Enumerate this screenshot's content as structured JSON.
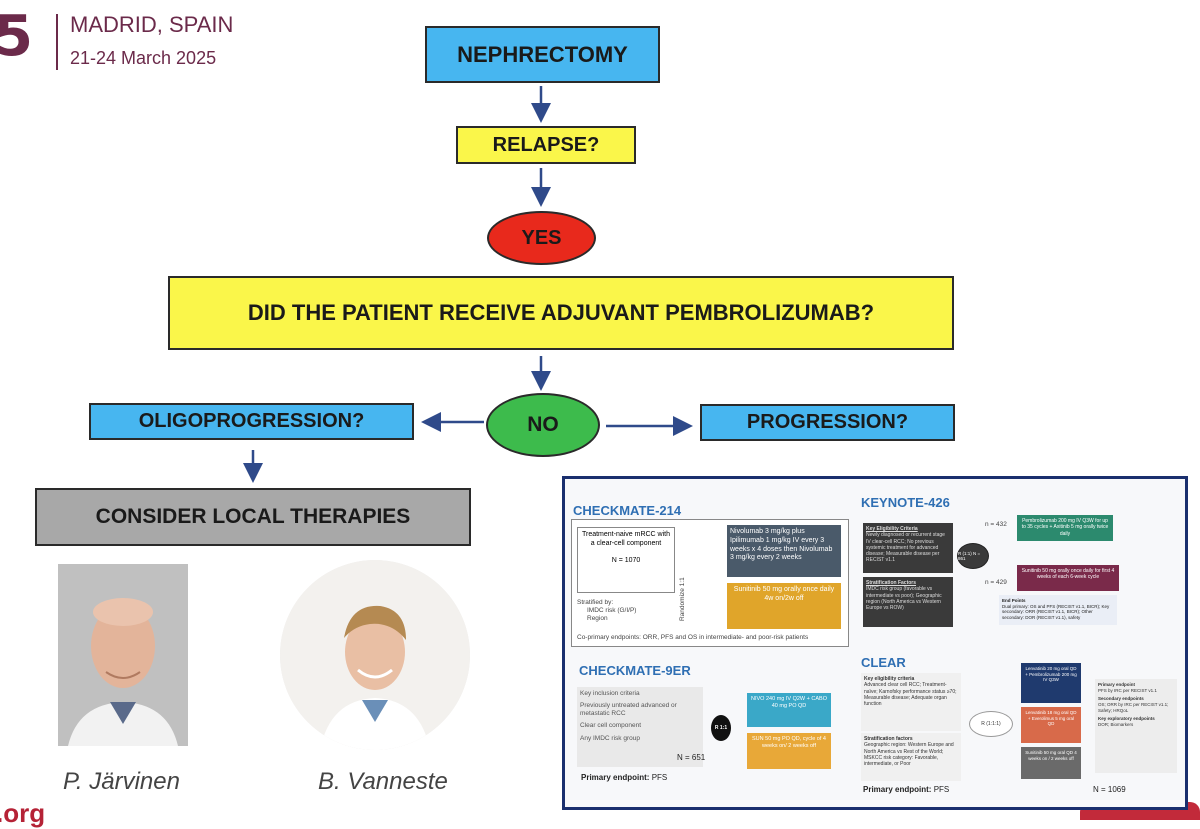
{
  "header": {
    "year_fragment": "5",
    "city": "MADRID, SPAIN",
    "dates": "21-24 March 2025"
  },
  "footer": {
    "site_fragment": ".org"
  },
  "flow": {
    "nephrectomy": "NEPHRECTOMY",
    "relapse": "RELAPSE?",
    "yes": "YES",
    "question": "DID THE PATIENT RECEIVE ADJUVANT PEMBROLIZUMAB?",
    "no": "NO",
    "oligo": "OLIGOPROGRESSION?",
    "progression": "PROGRESSION?",
    "local": "CONSIDER LOCAL THERAPIES"
  },
  "people": [
    {
      "name": "P. Järvinen"
    },
    {
      "name": "B. Vanneste"
    }
  ],
  "colors": {
    "blue": "#47b6f0",
    "yellow": "#faf64a",
    "red": "#e8291c",
    "green": "#3dbb4c",
    "gray": "#a8a8a8",
    "frame": "#1a2f6e"
  },
  "trials": {
    "checkmate214": {
      "title": "CHECKMATE-214",
      "population": "Treatment-naive mRCC with a clear-cell component",
      "n": "N = 1070",
      "randomize": "Randomize 1:1",
      "arm1": "Nivolumab 3 mg/kg plus Ipilimumab 1 mg/kg IV every 3 weeks x 4 doses then Nivolumab 3 mg/kg every 2 weeks",
      "arm2": "Sunitinib 50 mg orally once daily 4w on/2w off",
      "strat_title": "Stratified by:",
      "strat1": "IMDC risk (G/I/P)",
      "strat2": "Region",
      "endpoints": "Co-primary endpoints: ORR, PFS and OS in intermediate- and poor-risk patients"
    },
    "keynote426": {
      "title": "KEYNOTE-426",
      "elig_title": "Key Eligibility Criteria",
      "elig": "Newly diagnosed or recurrent stage IV clear-cell RCC; No previous systemic treatment for advanced disease; Measurable disease per RECIST v1.1",
      "strat_title": "Stratification Factors",
      "strat": "IMDC risk group (favorable vs intermediate vs poor); Geographic region (North America vs Western Europe vs ROW)",
      "rand": "R (1:1) N = 861",
      "n1": "n = 432",
      "n2": "n = 429",
      "arm1": "Pembrolizumab 200 mg IV Q3W for up to 35 cycles + Axitinib 5 mg orally twice daily",
      "arm2": "Sunitinib 50 mg orally once daily for first 4 weeks of each 6-week cycle",
      "endpoints_title": "End Points",
      "endpoints": "Dual primary: OS and PFS (RECIST v1.1, BICR); Key secondary: ORR (RECIST v1.1, BICR); Other secondary: DOR (RECIST v1.1), safety"
    },
    "checkmate9er": {
      "title": "CHECKMATE-9ER",
      "incl_title": "Key inclusion criteria",
      "incl1": "Previously untreated advanced or metastatic RCC",
      "incl2": "Clear cell component",
      "incl3": "Any IMDC risk group",
      "n": "N = 651",
      "rand": "R 1:1",
      "arm1": "NIVO 240 mg IV Q2W + CABO 40 mg PO QD",
      "arm2": "SUN 50 mg PO QD, cycle of 4 weeks on/ 2 weeks off",
      "endpoint_label": "Primary endpoint:",
      "endpoint": "PFS"
    },
    "clear": {
      "title": "CLEAR",
      "elig_title": "Key eligibility criteria",
      "elig": "Advanced clear cell RCC; Treatment-naïve; Karnofsky performance status ≥70; Measurable disease; Adequate organ function",
      "strat_title": "Stratification factors",
      "strat": "Geographic region: Western Europe and North America vs Rest of the World; MSKCC risk category: Favorable, intermediate, or Poor",
      "rand": "R (1:1:1)",
      "arm1": "Lenvatinib 20 mg oral QD + Pembrolizumab 200 mg IV Q3W",
      "arm2": "Lenvatinib 18 mg oral QD + Everolimus 5 mg oral QD",
      "arm3": "Sunitinib 50 mg oral QD 4 weeks on / 2 weeks off",
      "ep_primary_title": "Primary endpoint",
      "ep_primary": "PFS by IRC per RECIST v1.1",
      "ep_secondary_title": "Secondary endpoints",
      "ep_secondary": "OS; ORR by IRC per RECIST v1.1; Safety; HRQoL",
      "ep_expl_title": "Key exploratory endpoints",
      "ep_expl": "DOR; Biomarkers",
      "endpoint_label": "Primary endpoint:",
      "endpoint": "PFS",
      "n": "N = 1069"
    }
  }
}
